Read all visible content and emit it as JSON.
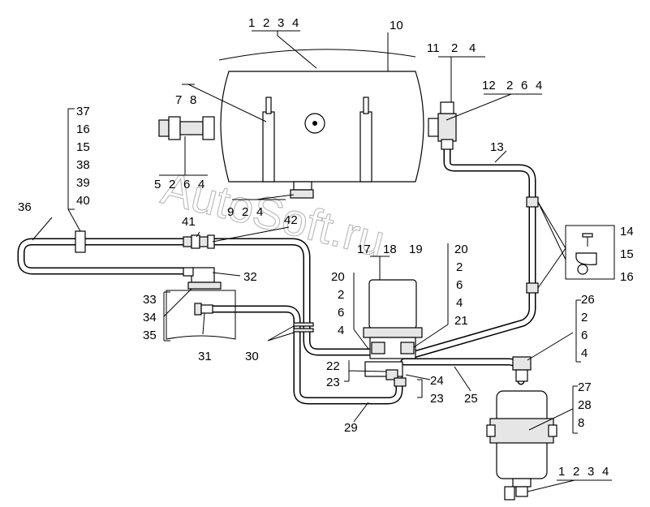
{
  "watermark": "AutoSoft.ru",
  "callouts": {
    "c1": "1",
    "c2": "2",
    "c3": "3",
    "c4": "4",
    "c5": "5",
    "c6": "6",
    "c7": "7",
    "c8": "8",
    "c9": "9",
    "c10": "10",
    "c11": "11",
    "c12": "12",
    "c13": "13",
    "c14": "14",
    "c15": "15",
    "c16": "16",
    "c17": "17",
    "c18": "18",
    "c19": "19",
    "c20": "20",
    "c21": "21",
    "c22": "22",
    "c23": "23",
    "c24": "24",
    "c25": "25",
    "c26": "26",
    "c27": "27",
    "c28": "28",
    "c29": "29",
    "c30": "30",
    "c31": "31",
    "c32": "32",
    "c33": "33",
    "c34": "34",
    "c35": "35",
    "c36": "36",
    "c37": "37",
    "c38": "38",
    "c39": "39",
    "c40": "40",
    "c41": "41",
    "c42": "42"
  },
  "icons": {
    "receiver": "air-receiver-tank-icon",
    "filter": "filter-canister-icon",
    "moisture_separator": "moisture-separator-icon",
    "valve": "drain-valve-icon",
    "bracket": "pipe-clamp-icon"
  }
}
